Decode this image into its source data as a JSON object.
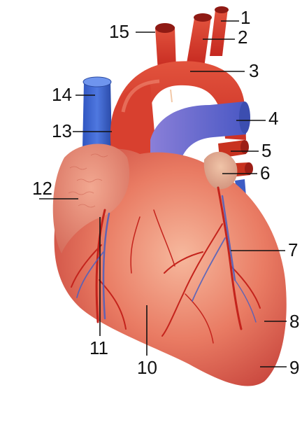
{
  "labels": {
    "l1": "1",
    "l2": "2",
    "l3": "3",
    "l4": "4",
    "l5": "5",
    "l6": "6",
    "l7": "7",
    "l8": "8",
    "l9": "9",
    "l10": "10",
    "l11": "11",
    "l12": "12",
    "l13": "13",
    "l14": "14",
    "l15": "15"
  },
  "colors": {
    "artery": "#d63a2a",
    "vein": "#3d64c8",
    "pulmonary": "#6f6fcf",
    "myocardium": "#e77a62",
    "atrium": "#e6957c",
    "vessel_red": "#c4231c",
    "vessel_blue": "#4a5fc0",
    "leader": "#111111"
  }
}
